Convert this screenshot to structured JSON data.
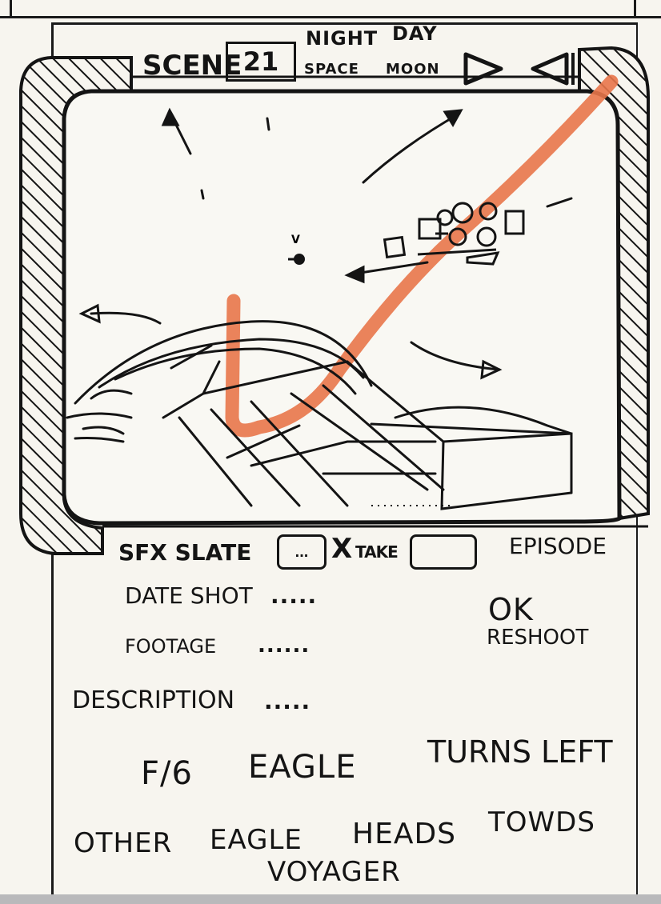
{
  "header": {
    "scene_label": "SCENE",
    "scene_number": "21",
    "setting_options": {
      "row1": [
        "NIGHT",
        "DAY"
      ],
      "row2": [
        "SPACE",
        "MOON"
      ]
    }
  },
  "icons": {
    "forward": "play-forward-icon",
    "back": "play-back-icon"
  },
  "panel": {
    "sketch_label": "V"
  },
  "form": {
    "sfx_slate_label": "SFX SLATE",
    "slate_value": "...",
    "x_label": "X",
    "take_label": "TAKE",
    "episode_label": "EPISODE",
    "date_shot_label": "DATE SHOT",
    "date_shot_value": ".....",
    "footage_label": "FOOTAGE",
    "footage_value": "......",
    "description_label": "DESCRIPTION",
    "description_value": ".....",
    "status_ok": "OK",
    "status_reshoot": "RESHOOT"
  },
  "description_text": {
    "line1_a": "F/6",
    "line1_b": "EAGLE",
    "line1_c": "TURNS LEFT",
    "line2_a": "OTHER",
    "line2_b": "EAGLE",
    "line2_c": "HEADS",
    "line2_d": "TOWDS",
    "line3": "VOYAGER"
  },
  "colors": {
    "ink": "#141414",
    "paper": "#f7f5ef",
    "marker": "#e8764a"
  }
}
